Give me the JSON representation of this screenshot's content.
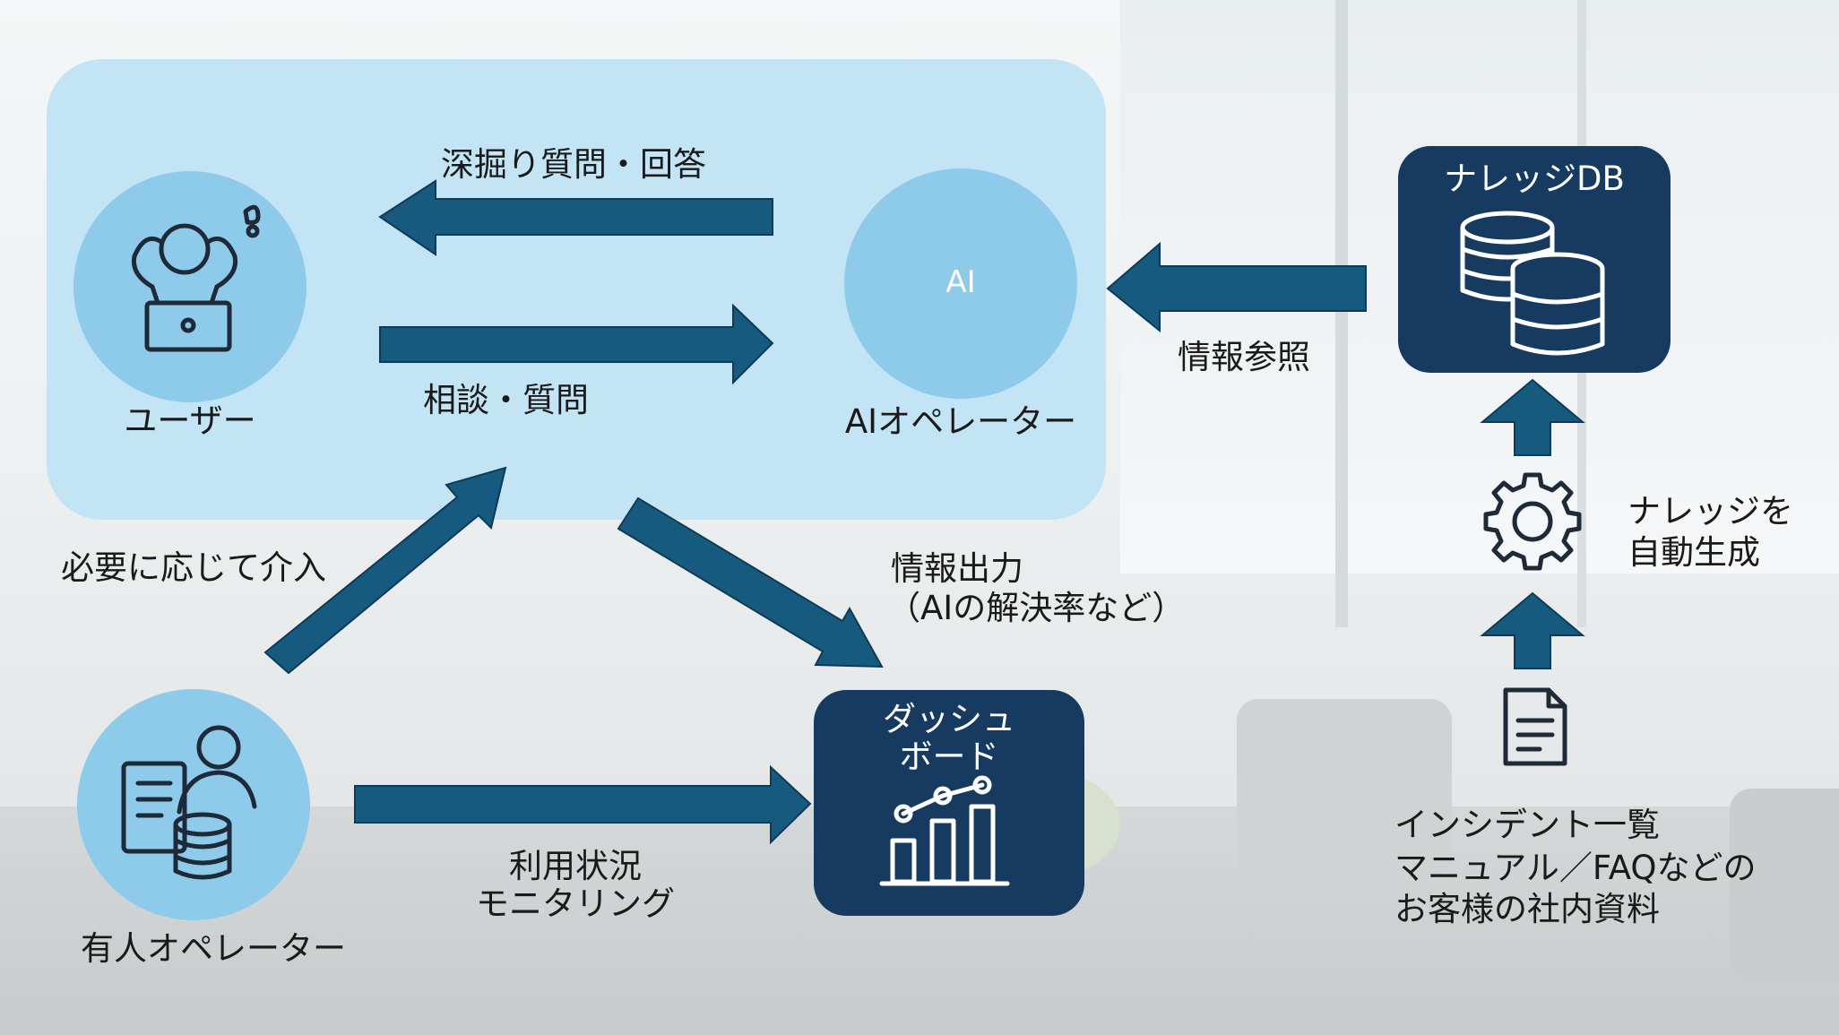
{
  "user": {
    "label": "ユーザー"
  },
  "ai": {
    "circle_text": "AI",
    "label": "AIオペレーター"
  },
  "operator": {
    "label": "有人オペレーター"
  },
  "dashboard": {
    "title_line1": "ダッシュ",
    "title_line2": "ボード"
  },
  "knowledge_db": {
    "title": "ナレッジDB"
  },
  "arrows": {
    "deep_dive": "深掘り質問・回答",
    "consult": "相談・質問",
    "intervene": "必要に応じて介入",
    "info_output_line1": "情報出力",
    "info_output_line2": "（AIの解決率など）",
    "usage_line1": "利用状況",
    "usage_line2": "モニタリング",
    "info_ref": "情報参照"
  },
  "generate": {
    "line1": "ナレッジを",
    "line2": "自動生成"
  },
  "sources": {
    "line1": "インシデント一覧",
    "line2": "マニュアル／FAQなどの",
    "line3": "お客様の社内資料"
  },
  "icons": [
    "stressed-user-laptop-icon",
    "operator-database-icon",
    "dashboard-chart-icon",
    "database-icon",
    "gear-icon",
    "document-icon"
  ],
  "colors": {
    "panel": "#c2e4f4",
    "circle": "#8ecbea",
    "arrow": "#175a80",
    "navy": "#163a60"
  }
}
